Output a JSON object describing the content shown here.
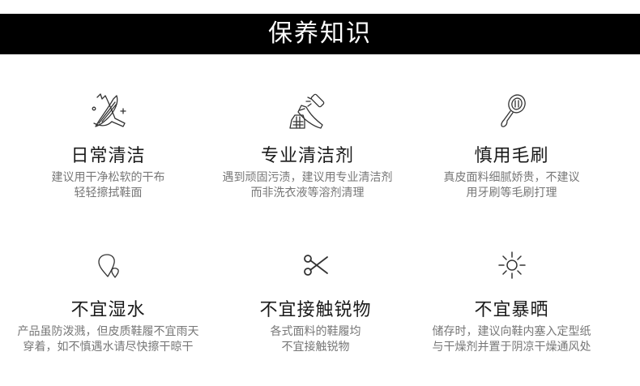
{
  "banner": {
    "title": "保养知识",
    "background": "#000000",
    "text_color": "#ffffff"
  },
  "cards": [
    {
      "icon": "shoe-wipe-icon",
      "title": "日常清洁",
      "desc_lines": [
        "建议用干净松软的干布",
        "轻轻擦拭鞋面"
      ]
    },
    {
      "icon": "spray-cleaner-icon",
      "title": "专业清洁剂",
      "desc_lines": [
        "遇到顽固污渍，建议用专业清洁剂",
        "而非洗衣液等溶剂清理"
      ]
    },
    {
      "icon": "brush-icon",
      "title": "慎用毛刷",
      "desc_lines": [
        "真皮面料细腻娇贵，不建议",
        "用牙刷等毛刷打理"
      ]
    },
    {
      "icon": "water-drops-icon",
      "title": "不宜湿水",
      "desc_lines": [
        "产品虽防泼溅，但皮质鞋履不宜雨天",
        "穿着，如不慎遇水请尽快擦干晾干"
      ]
    },
    {
      "icon": "scissors-icon",
      "title": "不宜接触锐物",
      "desc_lines": [
        "各式面料的鞋履均",
        "不宜接触锐物"
      ]
    },
    {
      "icon": "sun-icon",
      "title": "不宜暴晒",
      "desc_lines": [
        "储存时，建议向鞋内塞入定型纸",
        "与干燥剂并置于阴凉干燥通风处"
      ]
    }
  ],
  "colors": {
    "title": "#1a1a1a",
    "description": "#777777",
    "icon_stroke": "#333333"
  }
}
